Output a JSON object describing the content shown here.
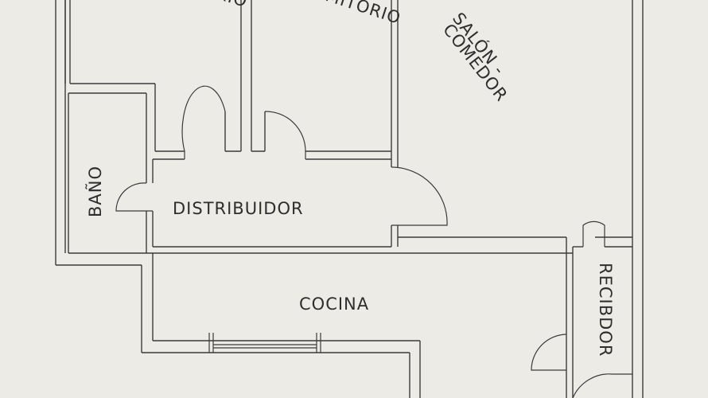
{
  "plan": {
    "rooms": {
      "dormitorio_1": "DORMITORIO",
      "dormitorio_2": "DORMITORIO",
      "salon": "SALÓN -",
      "comedor": "COMEDOR",
      "bano": "BAÑO",
      "distribuidor": "DISTRIBUIDOR",
      "cocina": "COCINA",
      "recibidor": "RECIBDOR"
    }
  }
}
